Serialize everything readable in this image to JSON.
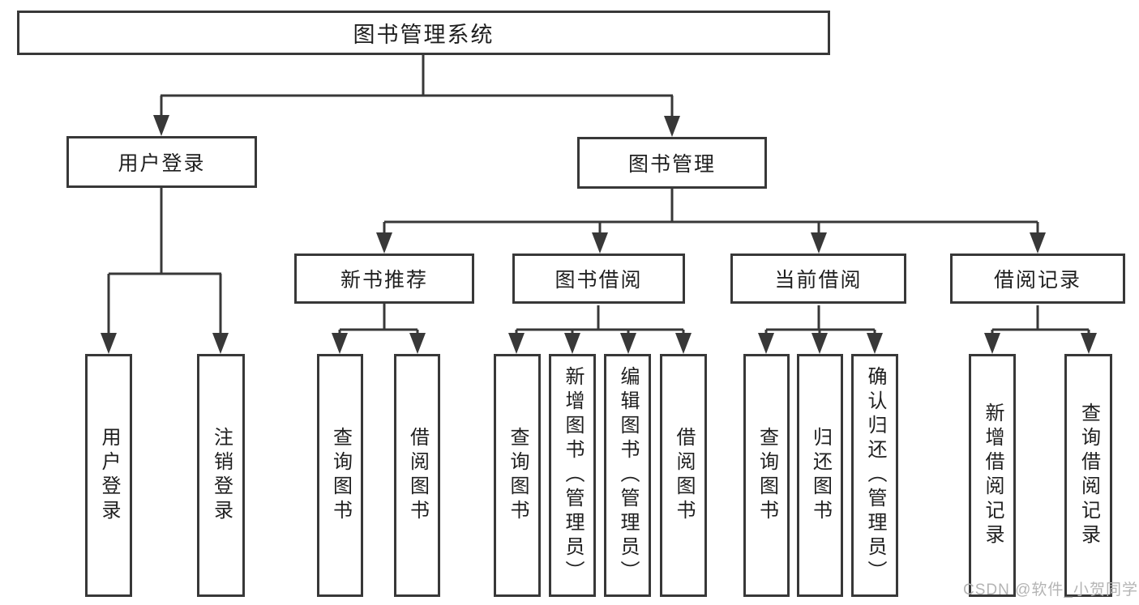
{
  "tree": {
    "root": {
      "label": "图书管理系统"
    },
    "children": [
      {
        "label": "用户登录",
        "children": [
          {
            "label": "用户登录"
          },
          {
            "label": "注销登录"
          }
        ]
      },
      {
        "label": "图书管理",
        "children": [
          {
            "label": "新书推荐",
            "children": [
              {
                "label": "查询图书"
              },
              {
                "label": "借阅图书"
              }
            ]
          },
          {
            "label": "图书借阅",
            "children": [
              {
                "label": "查询图书"
              },
              {
                "label": "新增图书（管理员）"
              },
              {
                "label": "编辑图书（管理员）"
              },
              {
                "label": "借阅图书"
              }
            ]
          },
          {
            "label": "当前借阅",
            "children": [
              {
                "label": "查询图书"
              },
              {
                "label": "归还图书"
              },
              {
                "label": "确认归还（管理员）"
              }
            ]
          },
          {
            "label": "借阅记录",
            "children": [
              {
                "label": "新增借阅记录"
              },
              {
                "label": "查询借阅记录"
              }
            ]
          }
        ]
      }
    ]
  },
  "watermark": {
    "text": "CSDN @软件_小贺同学"
  },
  "colors": {
    "line": "#383838",
    "box_border": "#383838",
    "text": "#1f1f1f",
    "watermark": "#b4b4b4",
    "background": "#ffffff"
  }
}
